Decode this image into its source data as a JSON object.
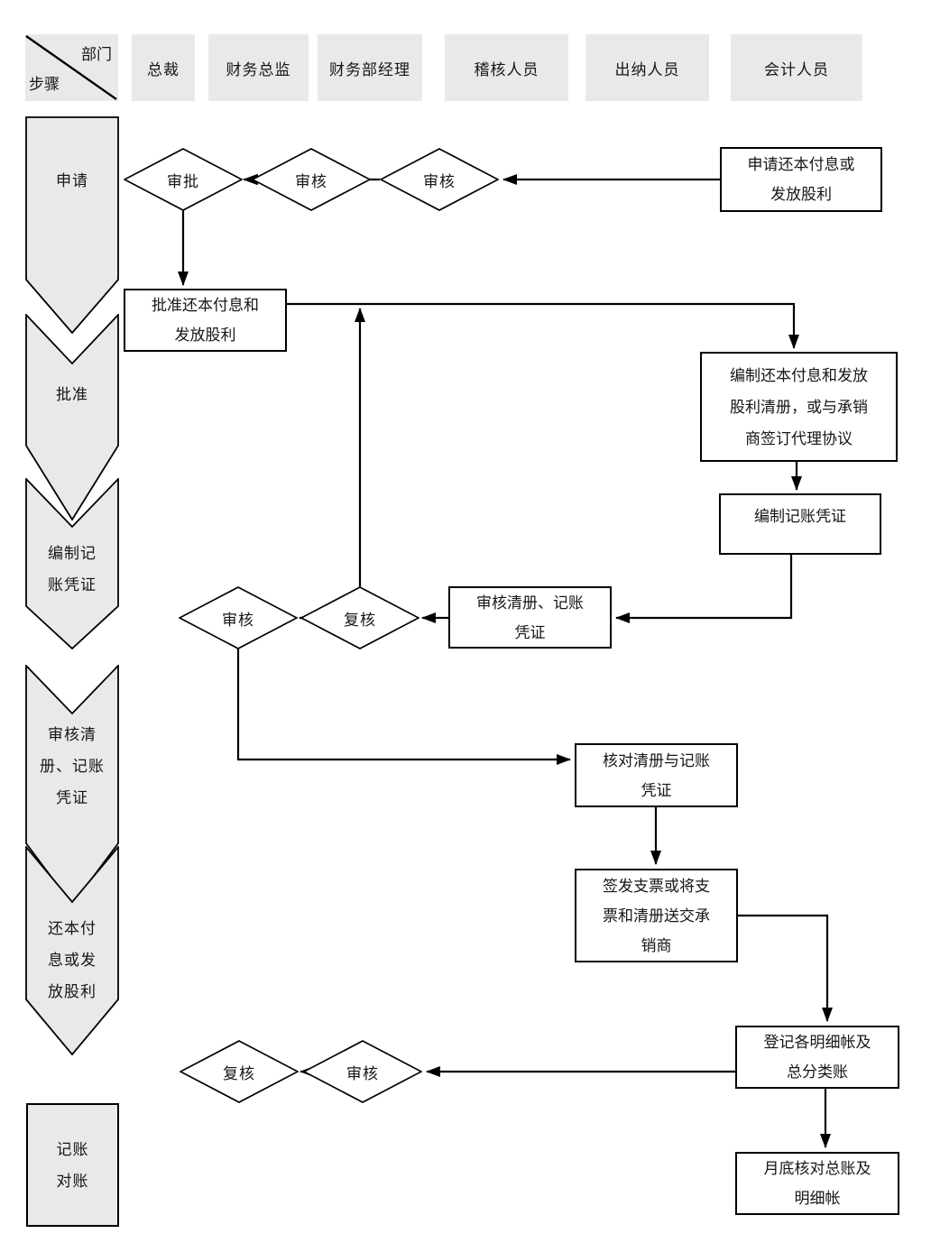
{
  "header": {
    "corner": {
      "top_right": "部门",
      "bottom_left": "步骤"
    },
    "columns": [
      "总裁",
      "财务总监",
      "财务部经理",
      "稽核人员",
      "出纳人员",
      "会计人员"
    ]
  },
  "steps": [
    {
      "label_lines": [
        "申请"
      ]
    },
    {
      "label_lines": [
        "批准"
      ]
    },
    {
      "label_lines": [
        "编制记",
        "账凭证"
      ]
    },
    {
      "label_lines": [
        "审核清",
        "册、记账",
        "凭证"
      ]
    },
    {
      "label_lines": [
        "还本付",
        "息或发",
        "放股利"
      ]
    },
    {
      "label_lines": [
        "记账",
        "对账"
      ]
    }
  ],
  "nodes": {
    "d_approve": "审批",
    "d_review_cfo": "审核",
    "d_review_mgr": "审核",
    "b_apply": {
      "lines": [
        "申请还本付息或",
        "发放股利"
      ]
    },
    "b_approve": {
      "lines": [
        "批准还本付息和",
        "发放股利"
      ]
    },
    "b_prepare_list": {
      "lines": [
        "编制还本付息和发放",
        "股利清册，或与承销",
        "商签订代理协议"
      ]
    },
    "b_voucher": {
      "lines": [
        "编制记账凭证"
      ]
    },
    "b_review_list": {
      "lines": [
        "审核清册、记账",
        "凭证"
      ]
    },
    "d_recheck_mid": "复核",
    "d_review_mid": "审核",
    "b_check_list": {
      "lines": [
        "核对清册与记账",
        "凭证"
      ]
    },
    "b_issue": {
      "lines": [
        "签发支票或将支",
        "票和清册送交承",
        "销商"
      ]
    },
    "b_register": {
      "lines": [
        "登记各明细帐及",
        "总分类账"
      ]
    },
    "d_review_btm": "审核",
    "d_recheck_btm": "复核",
    "b_monthly": {
      "lines": [
        "月底核对总账及",
        "明细帐"
      ]
    }
  },
  "colors": {
    "shape_fill": "#e9e9e9",
    "box_fill": "#ffffff",
    "line": "#000000"
  }
}
